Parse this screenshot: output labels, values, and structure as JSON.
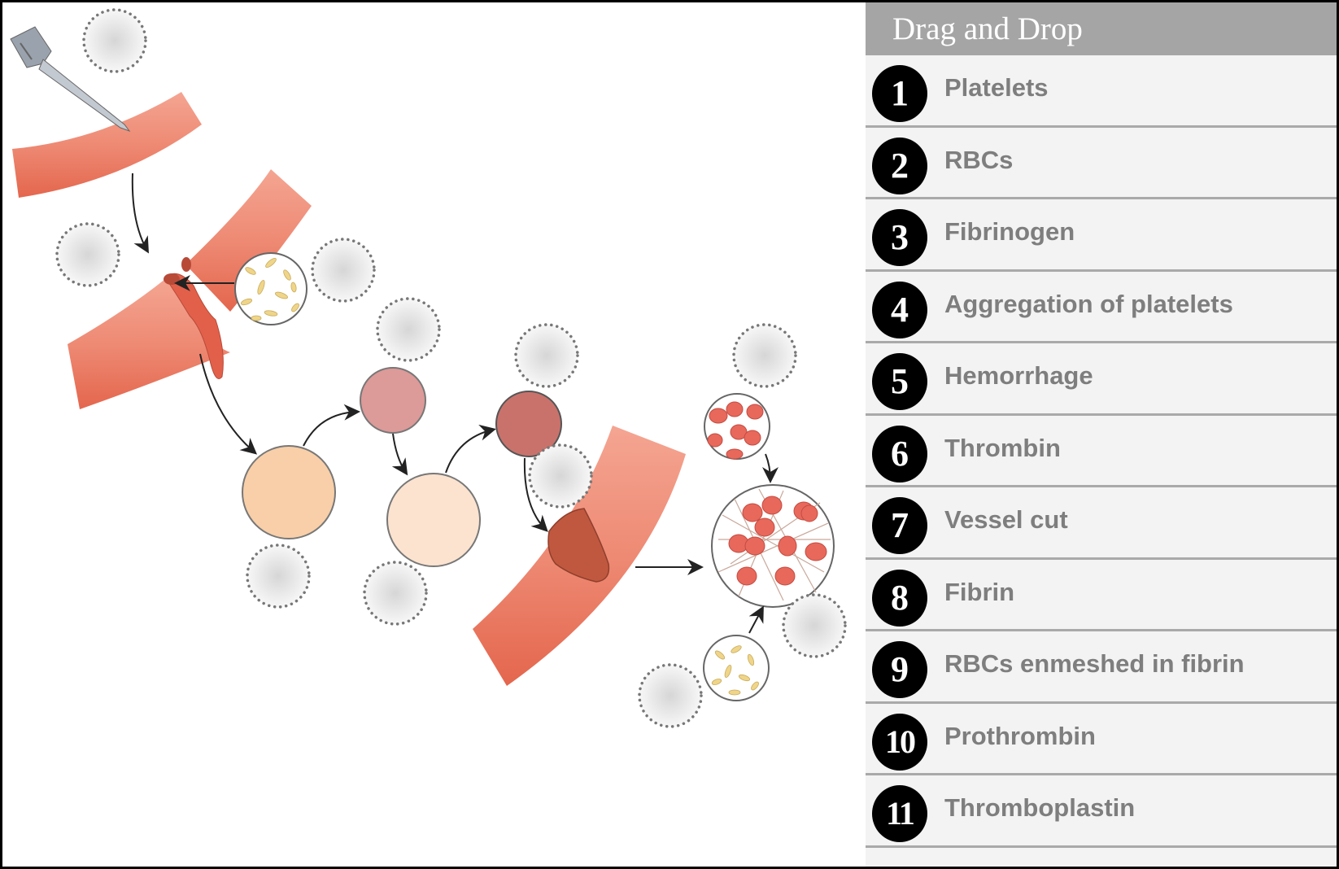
{
  "panel": {
    "title": "Drag and Drop",
    "items": [
      {
        "number": "1",
        "label": "Platelets"
      },
      {
        "number": "2",
        "label": "RBCs"
      },
      {
        "number": "3",
        "label": "Fibrinogen"
      },
      {
        "number": "4",
        "label": "Aggregation of platelets"
      },
      {
        "number": "5",
        "label": "Hemorrhage"
      },
      {
        "number": "6",
        "label": "Thrombin"
      },
      {
        "number": "7",
        "label": "Vessel cut"
      },
      {
        "number": "8",
        "label": "Fibrin"
      },
      {
        "number": "9",
        "label": "RBCs enmeshed in fibrin"
      },
      {
        "number": "10",
        "label": "Prothrombin"
      },
      {
        "number": "11",
        "label": "Thromboplastin"
      }
    ]
  },
  "diagram": {
    "drop_zone_count": 11,
    "colors": {
      "vessel": "#ef8068",
      "factor_circle_1": "#f8cfa8",
      "factor_circle_2": "#dc9a98",
      "factor_circle_3": "#fbe3cf",
      "factor_circle_4": "#c9726c",
      "clot": "#c0583f",
      "platelet": "#efd58a",
      "rbc": "#e8685c",
      "header_bg": "#a5a5a5",
      "panel_bg": "#f3f3f3"
    }
  }
}
